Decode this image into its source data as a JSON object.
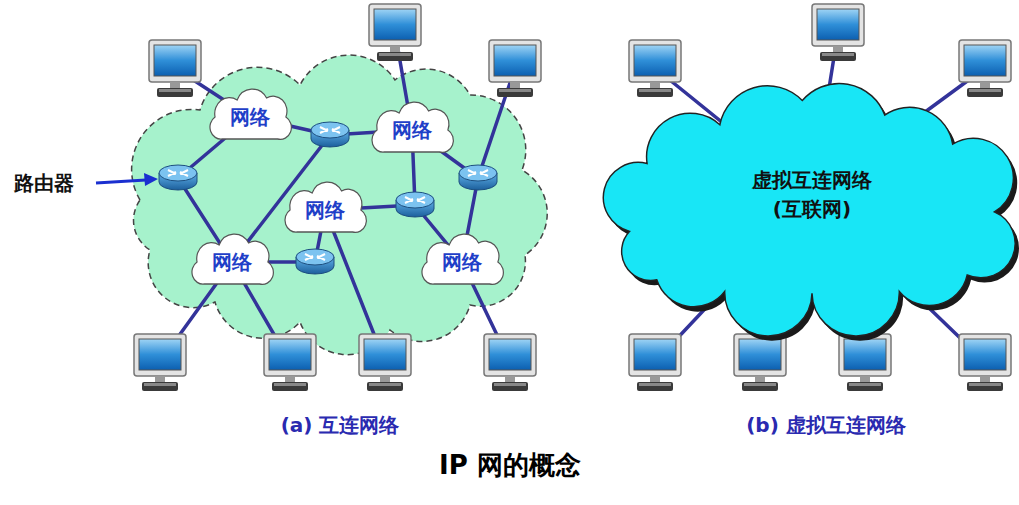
{
  "diagram": {
    "title": "IP 网的概念",
    "nodes": [
      {
        "text": [
          "网络"
        ]
      },
      {
        "text": [
          "网络"
        ]
      },
      {
        "text": [
          "网络"
        ]
      },
      {
        "text": [
          "网络"
        ]
      },
      {
        "text": [
          "网络"
        ]
      },
      {
        "text": [
          "虚拟互连网络 (互联网)"
        ]
      }
    ],
    "labels": [
      "路由器",
      "(a) 互连网络",
      "(b) 虚拟互连网络"
    ]
  }
}
